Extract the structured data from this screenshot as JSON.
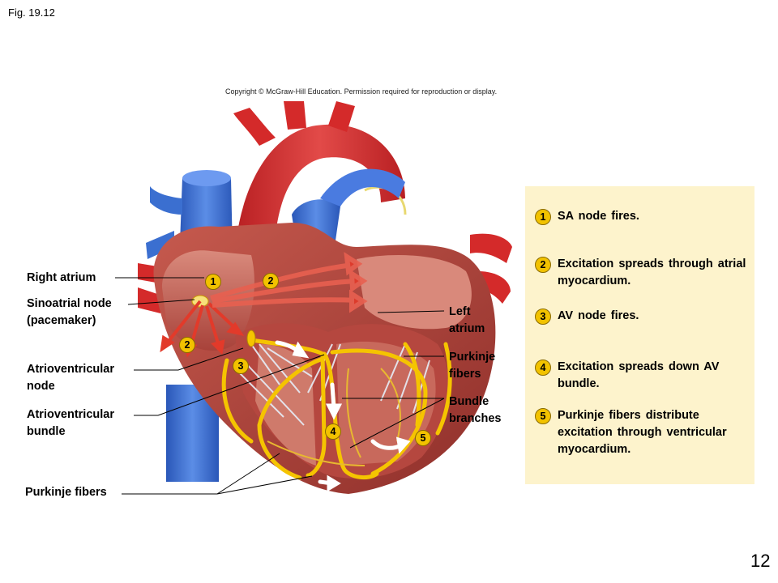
{
  "figure": {
    "label": "Fig. 19.12",
    "copyright": "Copyright © McGraw-Hill Education. Permission required for reproduction or display.",
    "page_number": "12"
  },
  "callouts": {
    "right_atrium": "Right atrium",
    "sinoatrial_node": "Sinoatrial node\n(pacemaker)",
    "atrioventricular_node": "Atrioventricular\nnode",
    "atrioventricular_bundle": "Atrioventricular\nbundle",
    "purkinje_fibers_left": "Purkinje fibers",
    "left_atrium": "Left\natrium",
    "purkinje_fibers_right": "Purkinje\nfibers",
    "bundle_branches": "Bundle\nbranches"
  },
  "diagram_badges": [
    "1",
    "2",
    "2",
    "3",
    "4",
    "5"
  ],
  "steps": [
    {
      "number": "1",
      "text": "SA node fires."
    },
    {
      "number": "2",
      "text": "Excitation spreads through atrial myocardium."
    },
    {
      "number": "3",
      "text": "AV node fires."
    },
    {
      "number": "4",
      "text": "Excitation spreads down AV bundle."
    },
    {
      "number": "5",
      "text": "Purkinje fibers distribute excitation through ventricular myocardium."
    }
  ],
  "colors": {
    "badge": "#f2c200",
    "panel": "#fdf3cc",
    "artery": "#d42a2a",
    "vein": "#3b6fd0",
    "myocardium": "#b5473f",
    "conduction": "#f5c400"
  }
}
